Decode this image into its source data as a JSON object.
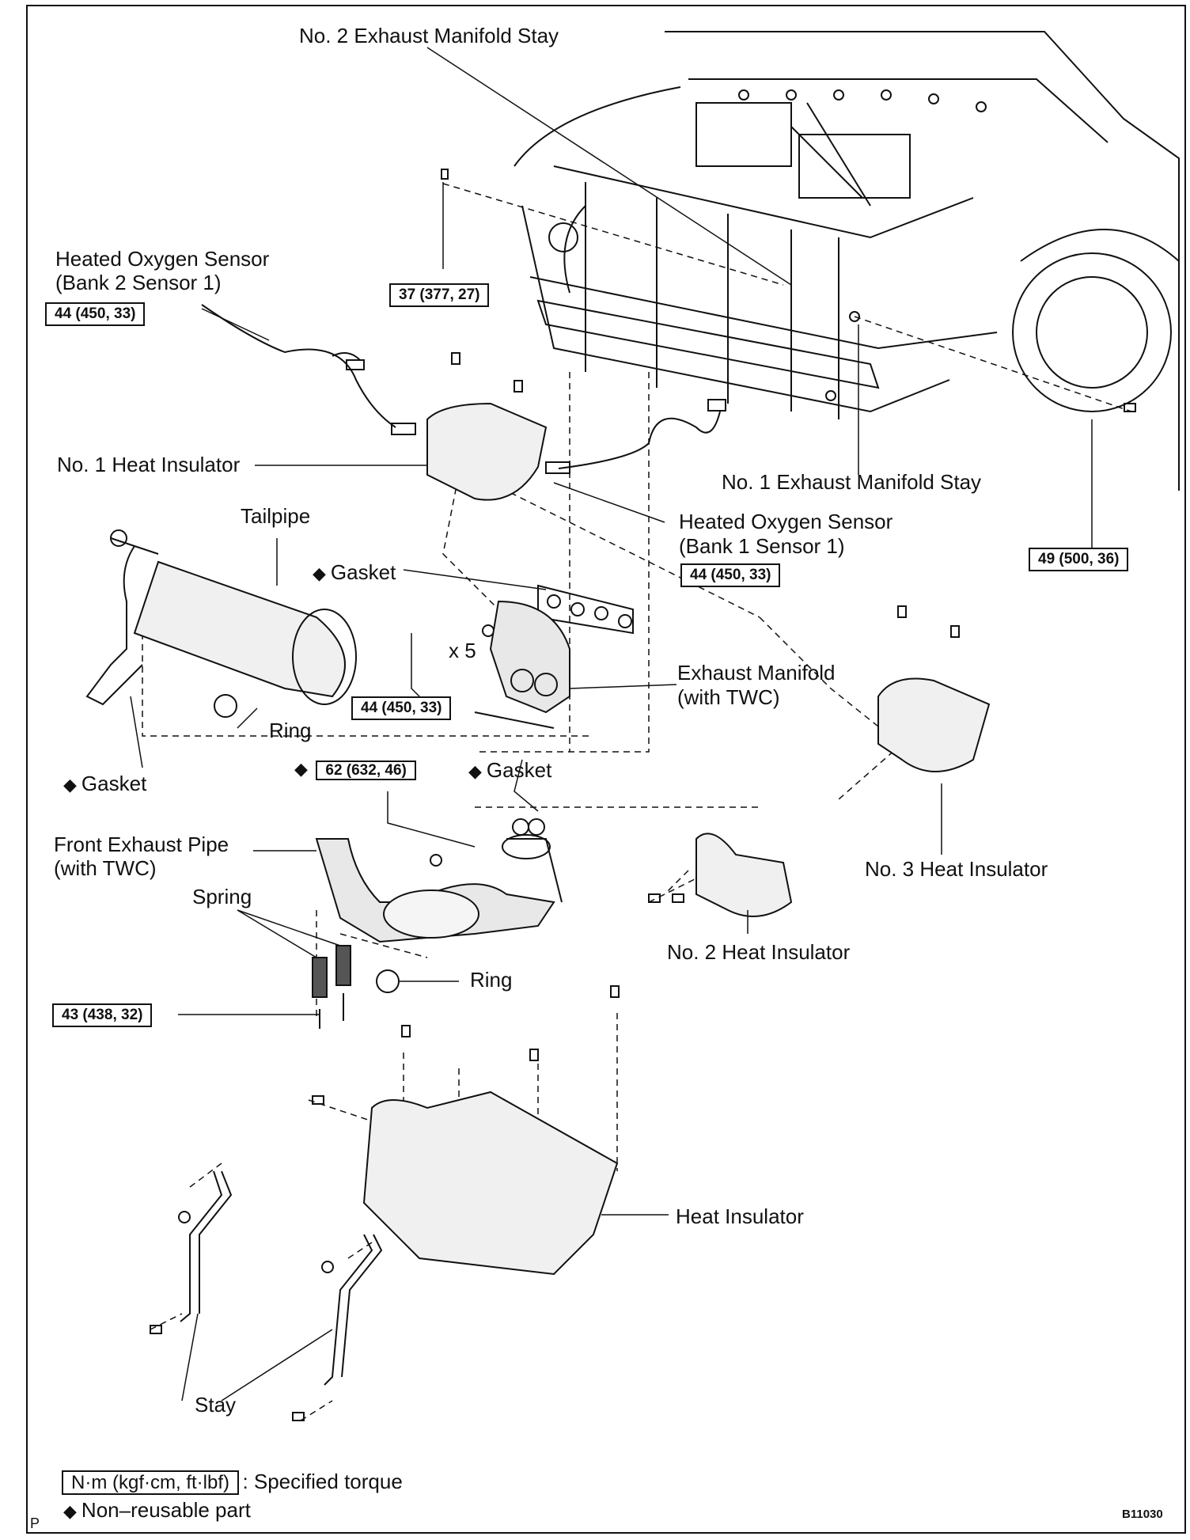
{
  "labels": {
    "stay2": "No. 2 Exhaust Manifold Stay",
    "hos2_line1": "Heated Oxygen Sensor",
    "hos2_line2": "(Bank 2 Sensor 1)",
    "insulator1": "No. 1 Heat Insulator",
    "stay1": "No. 1 Exhaust Manifold Stay",
    "tailpipe": "Tailpipe",
    "hos1_line1": "Heated Oxygen Sensor",
    "hos1_line2": "(Bank 1 Sensor 1)",
    "gasket_upper": "Gasket",
    "times5": "x 5",
    "manifold_line1": "Exhaust Manifold",
    "manifold_line2": "(with TWC)",
    "ring_upper": "Ring",
    "gasket_left": "Gasket",
    "gasket_right": "Gasket",
    "front_pipe_line1": "Front Exhaust Pipe",
    "front_pipe_line2": "(with TWC)",
    "spring": "Spring",
    "ring_lower": "Ring",
    "insulator3": "No. 3 Heat Insulator",
    "insulator2": "No. 2 Heat Insulator",
    "heat_insulator": "Heat Insulator",
    "stay": "Stay"
  },
  "torque": {
    "t37": "37 (377, 27)",
    "t44_hos2": "44 (450, 33)",
    "t44_hos1": "44 (450, 33)",
    "t49": "49 (500, 36)",
    "t44_manifold": "44 (450, 33)",
    "t62": "62 (632, 46)",
    "t43": "43 (438, 32)"
  },
  "legend": {
    "torque_unit": "N·m (kgf·cm, ft·lbf)",
    "torque_desc": ": Specified torque",
    "nonreusable_desc": "Non–reusable part"
  },
  "symbols": {
    "diamond": "◆"
  },
  "footer": {
    "page_mark": "P",
    "code": "B11030"
  },
  "colors": {
    "line": "#111111",
    "fill": "#d9d9d9",
    "bg": "#ffffff"
  }
}
